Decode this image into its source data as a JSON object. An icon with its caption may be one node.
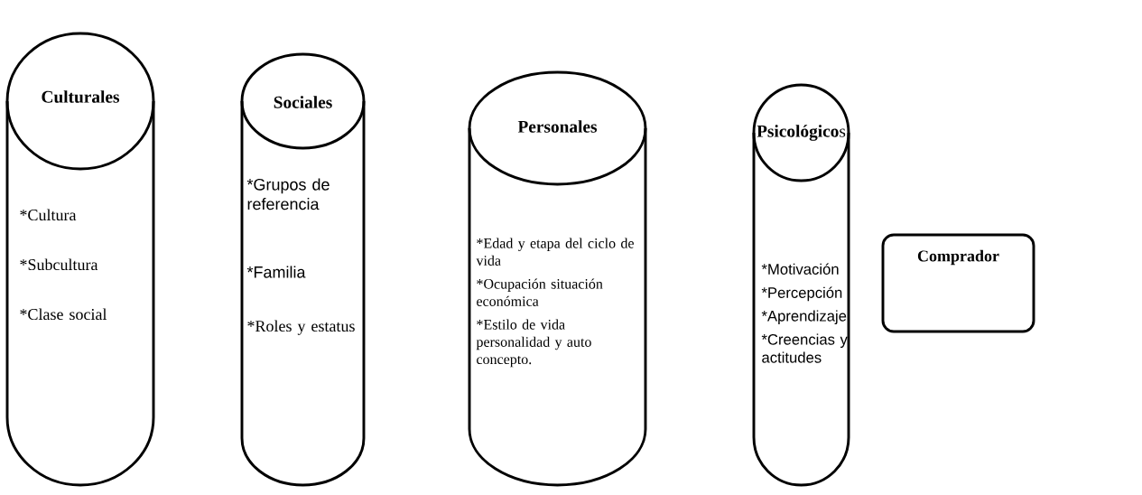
{
  "diagram": {
    "nodes": [
      {
        "text": [
          "Culturales",
          "*Cultura",
          "*Subcultura",
          "*Clase social"
        ]
      },
      {
        "text": [
          "Sociales",
          "*Grupos de referencia",
          "*Familia",
          "*Roles y estatus"
        ]
      },
      {
        "text": [
          "Personales",
          "*Edad y etapa del ciclo de vida",
          "*Ocupación situación económica",
          "*Estilo de vida personalidad y auto concepto."
        ]
      },
      {
        "text": [
          "**Psicológico**s",
          "*Motivación",
          "*Percepción",
          "*Aprendizaje",
          "*Creencias y actitudes"
        ]
      },
      {
        "text": [
          "Comprador"
        ]
      }
    ]
  }
}
